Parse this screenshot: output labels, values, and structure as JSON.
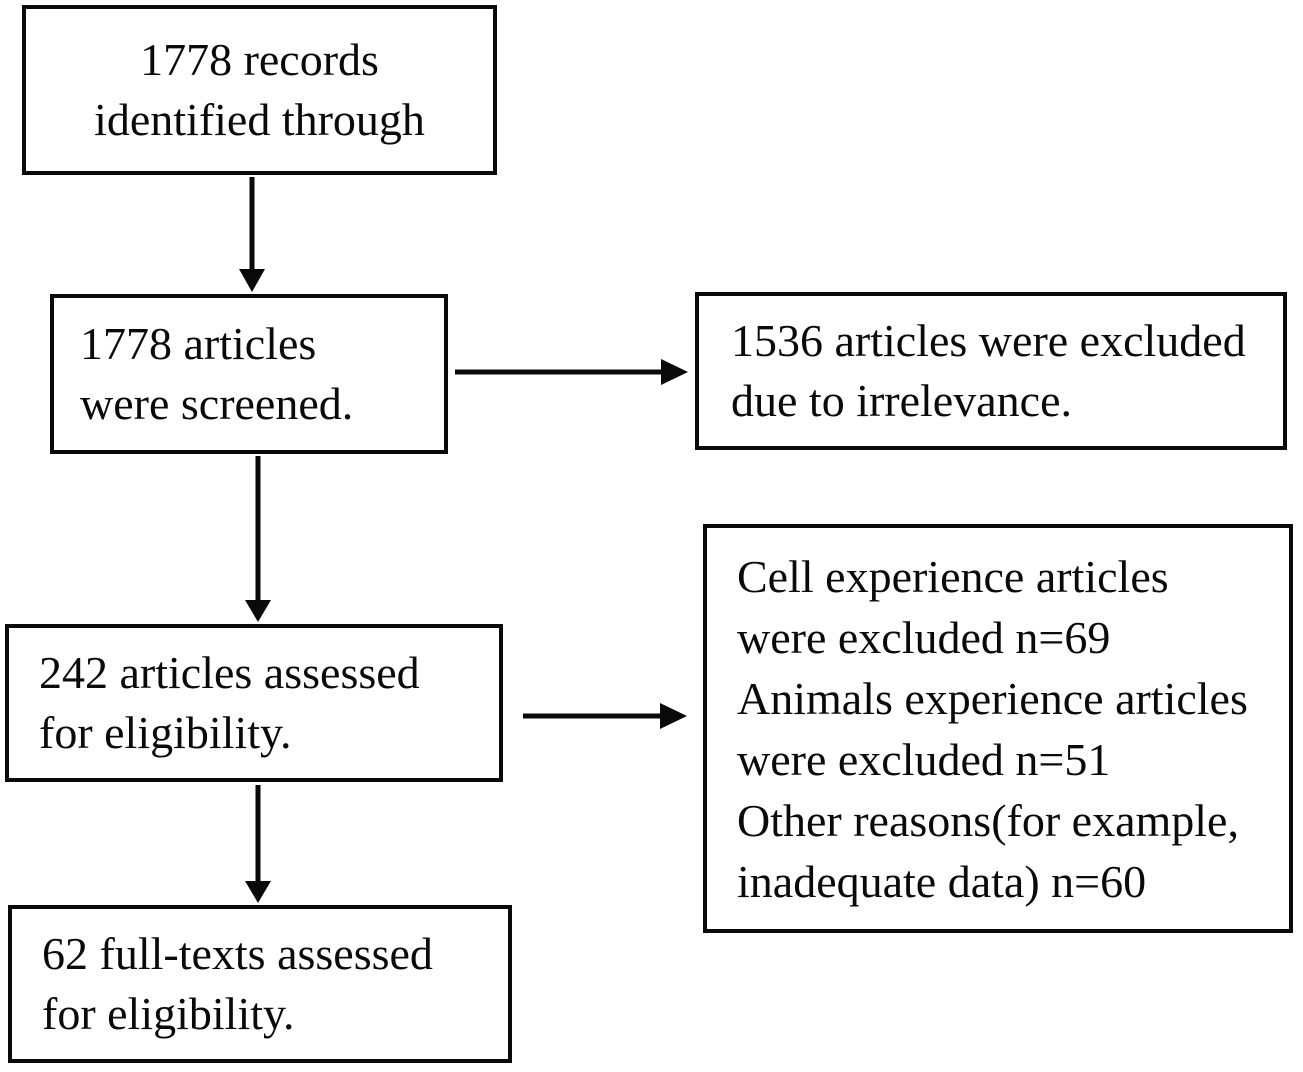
{
  "diagram": {
    "type": "flowchart",
    "colors": {
      "border": "#0a0a0a",
      "background": "#ffffff",
      "text": "#0a0a0a"
    },
    "boxes": [
      {
        "id": "records-identified",
        "text": "1778 records\nidentified through"
      },
      {
        "id": "articles-screened",
        "text": "1778 articles\nwere screened."
      },
      {
        "id": "excluded-irrelevance",
        "text": "1536 articles were excluded\ndue to irrelevance."
      },
      {
        "id": "articles-assessed",
        "text": "242 articles assessed\nfor eligibility."
      },
      {
        "id": "exclusion-reasons",
        "text": "Cell experience articles\nwere excluded n=69\nAnimals experience articles\nwere excluded n=51\nOther reasons(for example,\ninadequate data) n=60"
      },
      {
        "id": "fulltexts-assessed",
        "text": "62 full-texts assessed\nfor eligibility."
      }
    ],
    "arrows": [
      {
        "from": "records-identified",
        "to": "articles-screened",
        "direction": "down"
      },
      {
        "from": "articles-screened",
        "to": "excluded-irrelevance",
        "direction": "right"
      },
      {
        "from": "articles-screened",
        "to": "articles-assessed",
        "direction": "down"
      },
      {
        "from": "articles-assessed",
        "to": "exclusion-reasons",
        "direction": "right"
      },
      {
        "from": "articles-assessed",
        "to": "fulltexts-assessed",
        "direction": "down"
      }
    ]
  }
}
